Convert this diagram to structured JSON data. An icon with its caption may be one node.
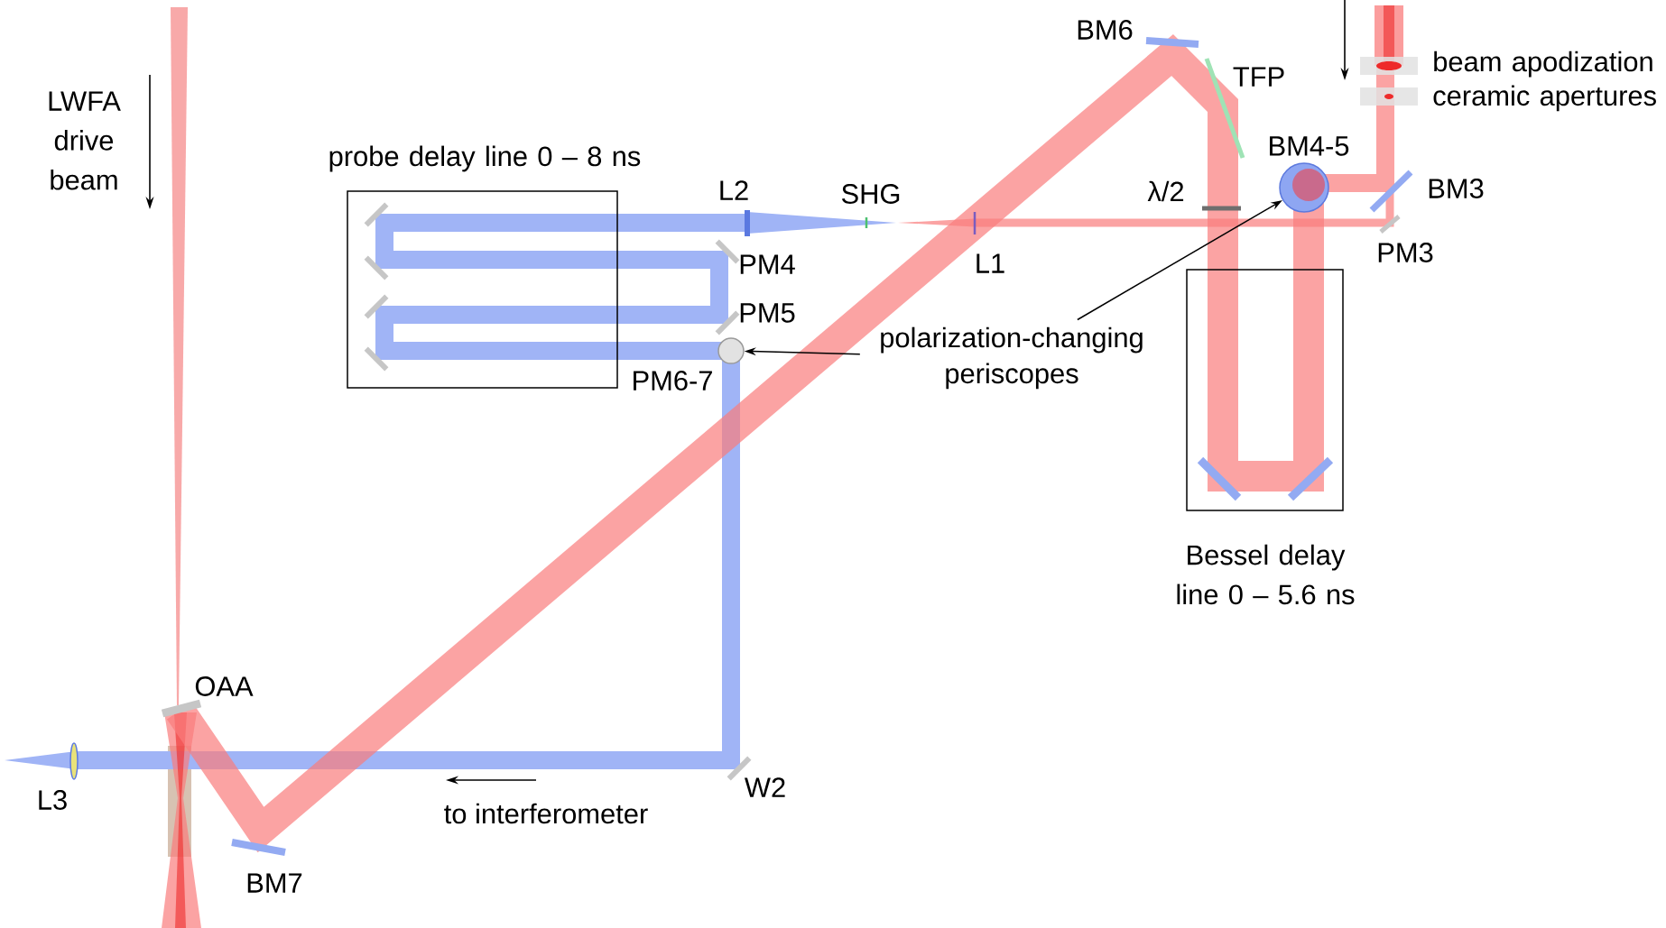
{
  "diagram": {
    "nodes": [
      {
        "text": [
          "probe delay line 0 – 8 ns"
        ]
      },
      {
        "text": [],
        "shape": "circle",
        "beside": [
          "BM4-5"
        ]
      },
      {
        "text": [],
        "shape": "circle",
        "beside": [
          "PM6-7"
        ]
      },
      {
        "text": [
          "polarization-changing periscopes"
        ]
      },
      {
        "text": [
          "Bessel delay line 0 – 5.6 ns"
        ]
      }
    ],
    "edges": [
      {
        "from": 3,
        "to": 2,
        "arrow": "to"
      },
      {
        "from": 3,
        "to": 1,
        "arrow": "to"
      }
    ],
    "labels": [
      "LWFA drive beam",
      "BM6",
      "beam apodization ceramic apertures",
      "TFP",
      "L2",
      "SHG",
      "λ/2",
      "BM3",
      "PM4",
      "L1",
      "PM3",
      "PM5",
      "OAA",
      "W2",
      "L3",
      "to interferometer",
      "BM7"
    ]
  }
}
